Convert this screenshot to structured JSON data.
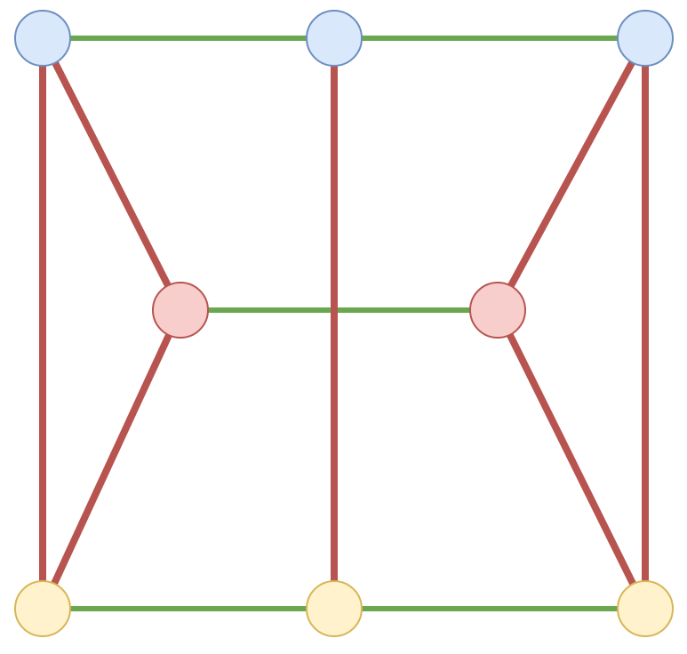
{
  "diagram": {
    "type": "graph",
    "colors": {
      "background": "#ffffff",
      "green_edge": "#6aa84f",
      "red_edge": "#b85450",
      "blue_fill": "#dae8fc",
      "blue_stroke": "#6c8ebf",
      "red_fill": "#f8cecc",
      "red_stroke": "#b85450",
      "yellow_fill": "#fff2cc",
      "yellow_stroke": "#d6b656"
    },
    "nodes": [
      {
        "id": "top-left",
        "group": "blue"
      },
      {
        "id": "top-center",
        "group": "blue"
      },
      {
        "id": "top-right",
        "group": "blue"
      },
      {
        "id": "middle-left",
        "group": "red"
      },
      {
        "id": "middle-right",
        "group": "red"
      },
      {
        "id": "bottom-left",
        "group": "yellow"
      },
      {
        "id": "bottom-center",
        "group": "yellow"
      },
      {
        "id": "bottom-right",
        "group": "yellow"
      }
    ],
    "edges": [
      {
        "from": "top-left",
        "to": "top-center",
        "color": "green"
      },
      {
        "from": "top-center",
        "to": "top-right",
        "color": "green"
      },
      {
        "from": "middle-left",
        "to": "middle-right",
        "color": "green"
      },
      {
        "from": "bottom-left",
        "to": "bottom-center",
        "color": "green"
      },
      {
        "from": "bottom-center",
        "to": "bottom-right",
        "color": "green"
      },
      {
        "from": "top-left",
        "to": "bottom-left",
        "color": "red"
      },
      {
        "from": "top-center",
        "to": "bottom-center",
        "color": "red"
      },
      {
        "from": "top-right",
        "to": "bottom-right",
        "color": "red"
      },
      {
        "from": "top-left",
        "to": "middle-left",
        "color": "red"
      },
      {
        "from": "middle-left",
        "to": "bottom-left",
        "color": "red"
      },
      {
        "from": "top-right",
        "to": "middle-right",
        "color": "red"
      },
      {
        "from": "middle-right",
        "to": "bottom-right",
        "color": "red"
      }
    ]
  }
}
